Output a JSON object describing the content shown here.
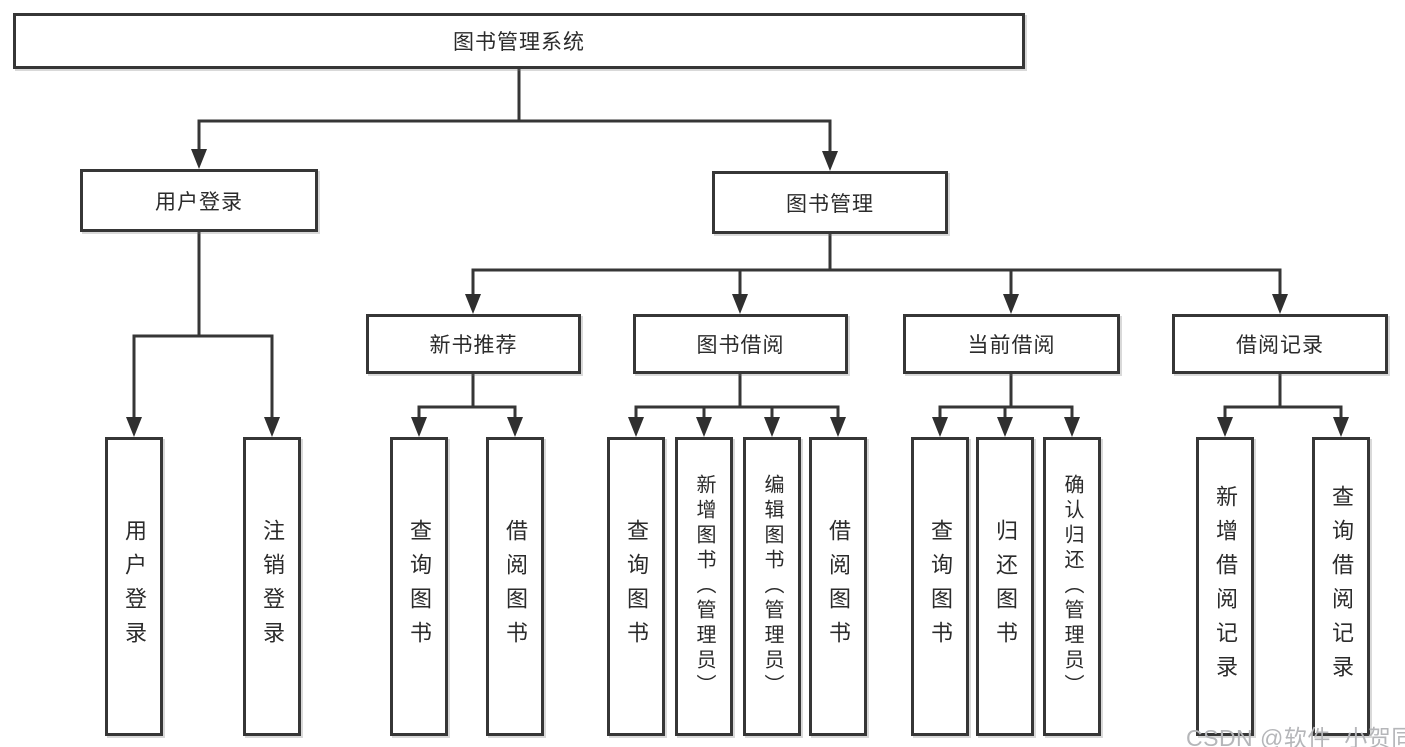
{
  "diagram": {
    "root": {
      "label": "图书管理系统",
      "children": [
        {
          "label": "用户登录",
          "children": [
            {
              "label": "用户登录"
            },
            {
              "label": "注销登录"
            }
          ]
        },
        {
          "label": "图书管理",
          "children": [
            {
              "label": "新书推荐",
              "children": [
                {
                  "label": "查询图书"
                },
                {
                  "label": "借阅图书"
                }
              ]
            },
            {
              "label": "图书借阅",
              "children": [
                {
                  "label": "查询图书"
                },
                {
                  "label": "新增图书（管理员）"
                },
                {
                  "label": "编辑图书（管理员）"
                },
                {
                  "label": "借阅图书"
                }
              ]
            },
            {
              "label": "当前借阅",
              "children": [
                {
                  "label": "查询图书"
                },
                {
                  "label": "归还图书"
                },
                {
                  "label": "确认归还（管理员）"
                }
              ]
            },
            {
              "label": "借阅记录",
              "children": [
                {
                  "label": "新增借阅记录"
                },
                {
                  "label": "查询借阅记录"
                }
              ]
            }
          ]
        }
      ]
    }
  },
  "watermark": {
    "text": "CSDN @软件_小贺同学"
  },
  "style": {
    "line_color": "#363636",
    "text_color": "#2b2b2b",
    "node_background": "#ffffff",
    "watermark_color": "#b5b6b9"
  }
}
